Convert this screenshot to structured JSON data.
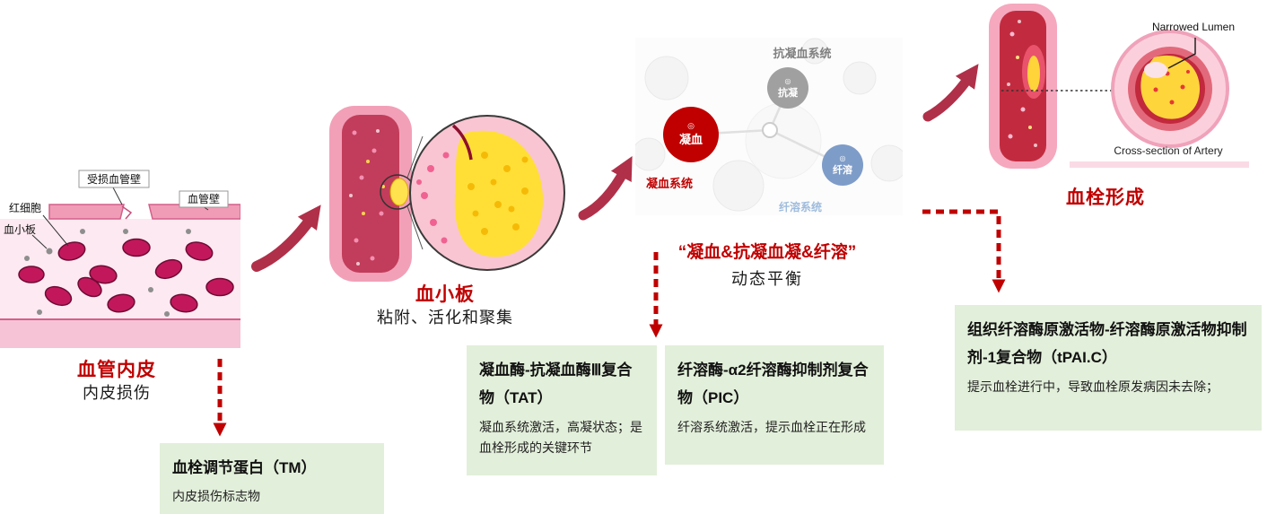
{
  "stage1": {
    "image_labels": {
      "damaged_wall": "受损血管壁",
      "red_cell": "红细胞",
      "platelet": "血小板",
      "vessel_wall": "血管壁"
    },
    "title": "血管内皮",
    "subtitle": "内皮损伤"
  },
  "stage2": {
    "title": "血小板",
    "subtitle": "粘附、活化和聚集"
  },
  "stage3": {
    "image_labels": {
      "anticoagulation_system": "抗凝血系统",
      "coagulation_system": "凝血系统",
      "fibrinolysis_system": "纤溶系统",
      "node_coagulation": "凝血",
      "node_anticoagulation": "抗凝",
      "node_fibrinolysis": "纤溶"
    },
    "title": "“凝血&抗凝血凝&纤溶”",
    "subtitle": "动态平衡"
  },
  "stage4": {
    "image_labels": {
      "narrowed_lumen": "Narrowed Lumen",
      "cross_section": "Cross-section of Artery"
    },
    "title": "血栓形成"
  },
  "callouts": {
    "tm": {
      "title": "血栓调节蛋白（TM）",
      "desc": "内皮损伤标志物"
    },
    "tat": {
      "title": "凝血酶-抗凝血酶Ⅲ复合物（TAT）",
      "desc": "凝血系统激活，高凝状态；是血栓形成的关键环节"
    },
    "pic": {
      "title": "纤溶酶-α2纤溶酶抑制剂复合物（PIC）",
      "desc": "纤溶系统激活，提示血栓正在形成"
    },
    "tpaic": {
      "title": "组织纤溶酶原激活物-纤溶酶原激活物抑制剂-1复合物（tPAI.C）",
      "desc": "提示血栓进行中，导致血栓原发病因未去除；"
    }
  },
  "colors": {
    "accent_red": "#C00000",
    "arrow_red": "#B03049",
    "callout_green": "#E2EFDA",
    "node_gray": "#A0A0A0",
    "node_blue": "#7E9CC8"
  }
}
